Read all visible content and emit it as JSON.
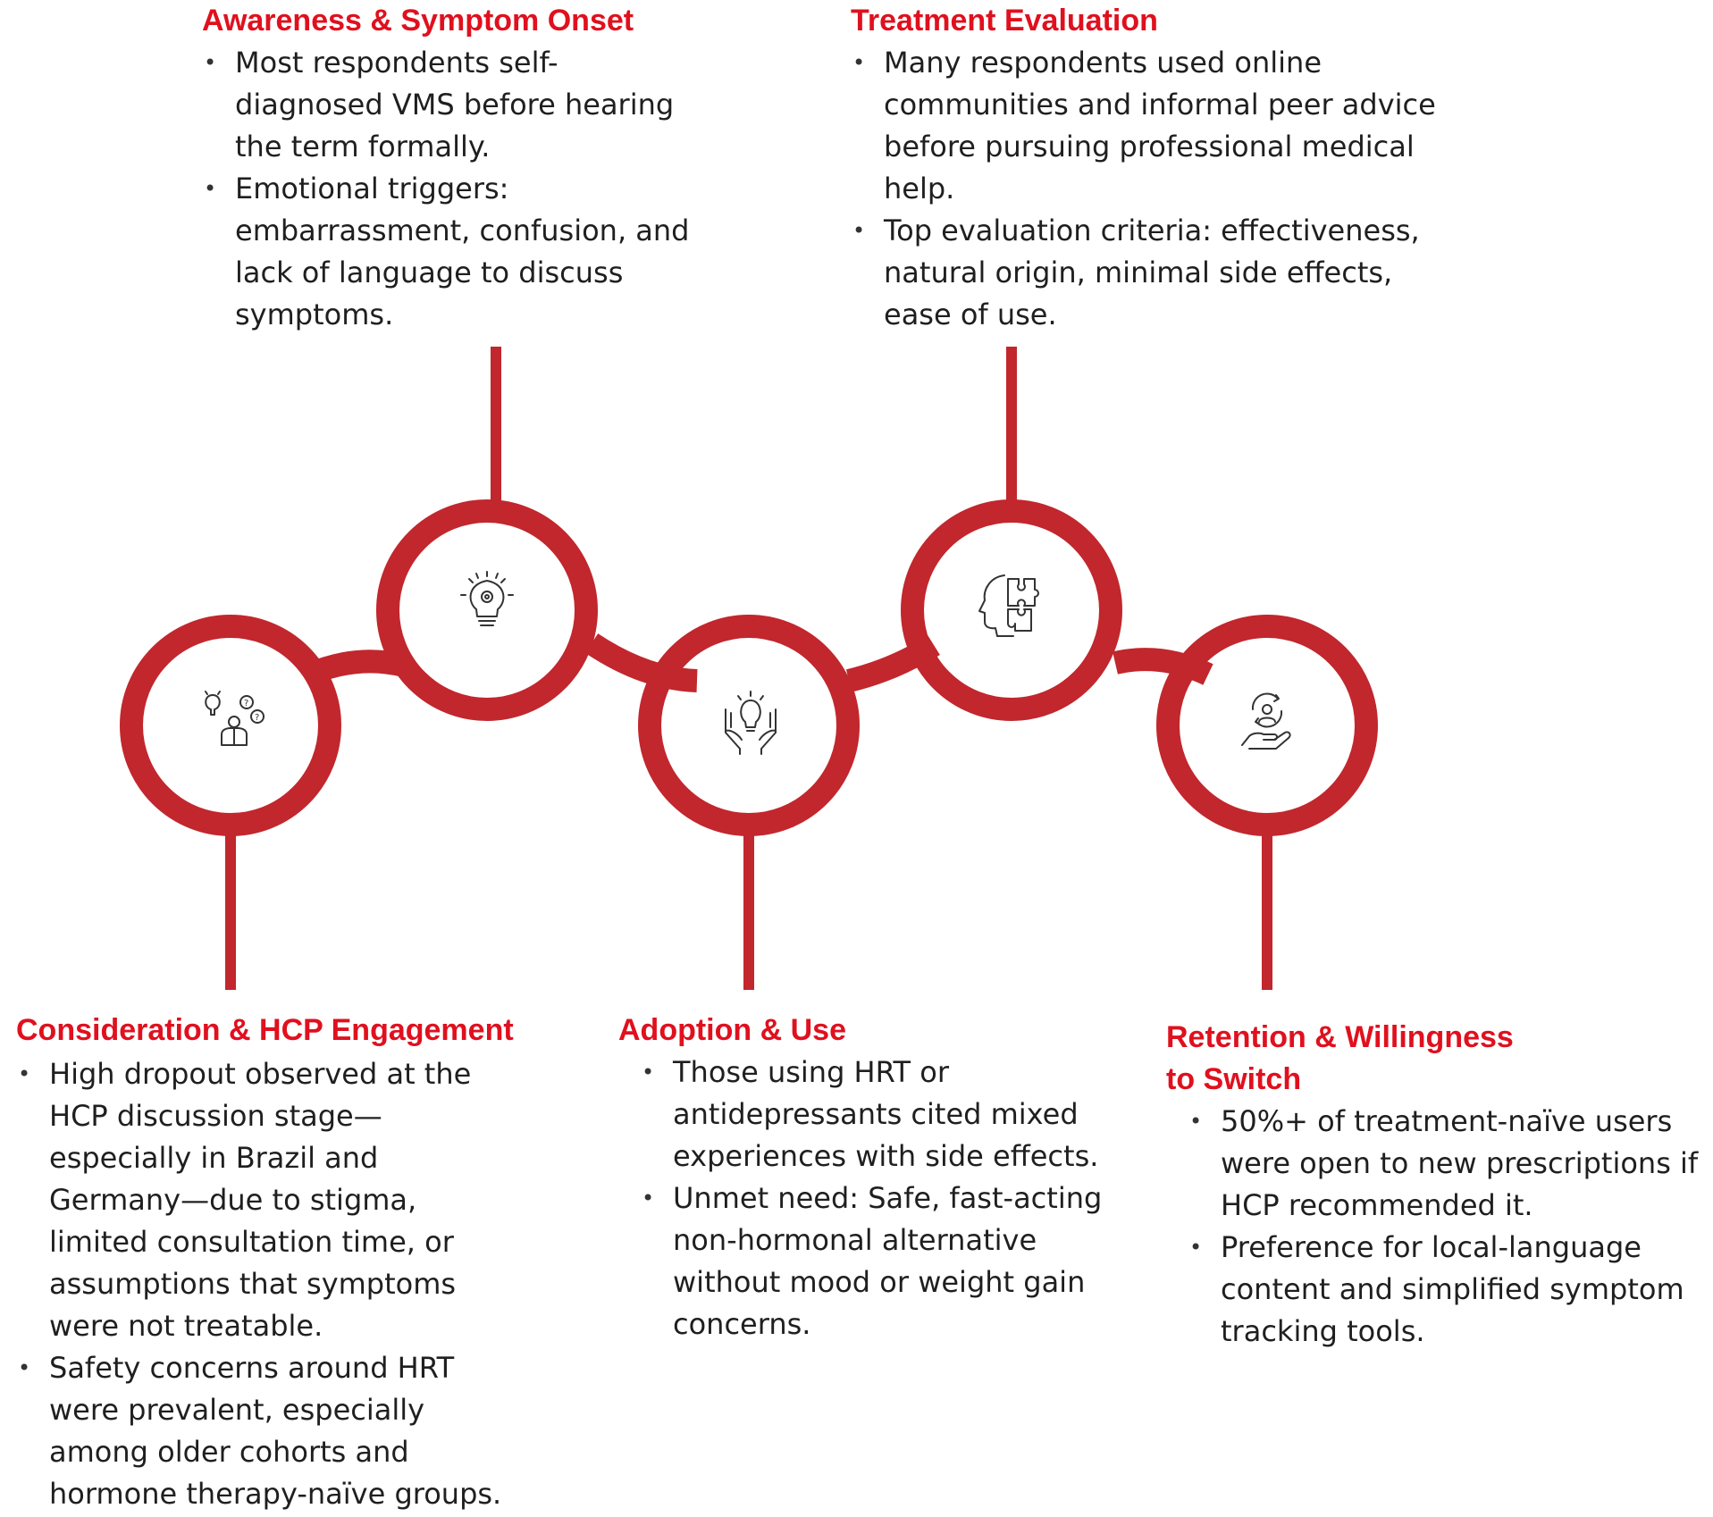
{
  "theme": {
    "accent": "#C1272D",
    "title_color": "#E0101E",
    "text_color": "#1F1F1F"
  },
  "stages": [
    {
      "title": "Awareness & Symptom Onset",
      "icon": "lightbulb-gear-icon",
      "bullets": [
        "Most respondents self-diagnosed VMS before hearing the term formally.",
        "Emotional triggers: embarrassment, confusion, and lack of language to discuss symptoms."
      ]
    },
    {
      "title": "Treatment Evaluation",
      "icon": "head-puzzle-icon",
      "bullets": [
        "Many respondents used online communities and informal peer advice before pursuing professional medical help.",
        "Top evaluation criteria: effectiveness, natural origin, minimal side effects, ease of use."
      ]
    },
    {
      "title": "Consideration & HCP Engagement",
      "icon": "person-questions-icon",
      "bullets": [
        "High dropout observed at the HCP discussion stage—especially in Brazil and Germany—due to stigma, limited consultation time, or assumptions that symptoms were not treatable.",
        "Safety concerns around HRT were prevalent, especially among older cohorts and hormone therapy-naïve groups."
      ]
    },
    {
      "title": "Adoption & Use",
      "icon": "hands-lightbulb-icon",
      "bullets": [
        "Those using HRT or antidepressants cited mixed experiences with side effects.",
        "Unmet need: Safe, fast-acting non-hormonal alternative without mood or weight gain concerns."
      ]
    },
    {
      "title": "Retention & Willingness to Switch",
      "icon": "hand-person-cycle-icon",
      "bullets": [
        "50%+ of treatment-naïve users were open to new prescriptions if HCP recommended it.",
        "Preference for local-language content and simplified symptom tracking tools."
      ]
    }
  ]
}
